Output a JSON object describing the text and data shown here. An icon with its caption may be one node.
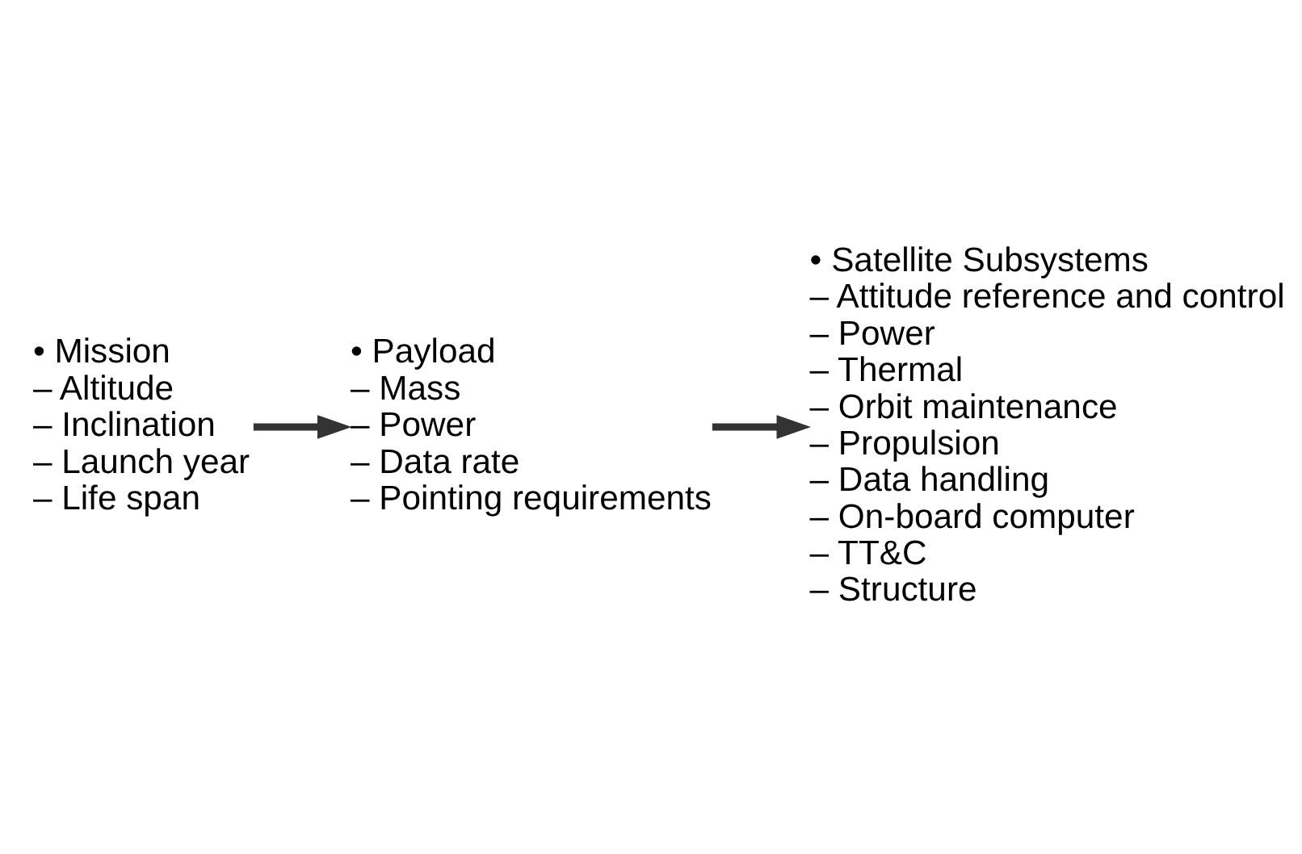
{
  "diagram": {
    "nodes": [
      {
        "text": [
          "• Mission",
          "– Altitude",
          "– Inclination",
          "– Launch year",
          "– Life span"
        ]
      },
      {
        "text": [
          "• Payload",
          "– Mass",
          "– Power",
          "– Data rate",
          "– Pointing requirements"
        ]
      },
      {
        "text": [
          "• Satellite Subsystems",
          "– Attitude reference and control",
          "– Power",
          "– Thermal",
          "– Orbit maintenance",
          "– Propulsion",
          "– Data handling",
          "– On-board computer",
          "– TT&C",
          "– Structure"
        ]
      }
    ],
    "edges": [
      {
        "from": 0,
        "to": 1,
        "arrow": "to"
      },
      {
        "from": 1,
        "to": 2,
        "arrow": "to"
      }
    ]
  }
}
